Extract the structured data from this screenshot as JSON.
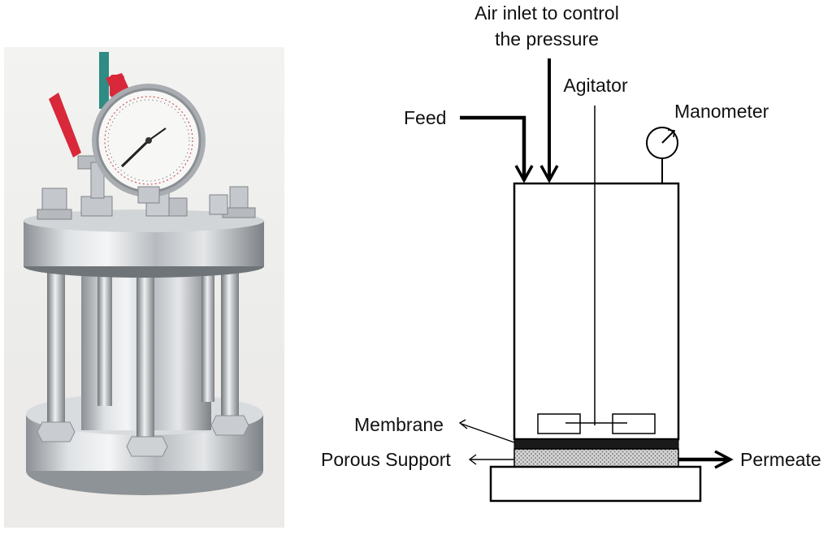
{
  "labels": {
    "air_inlet_line1": "Air inlet to control",
    "air_inlet_line2": "the pressure",
    "agitator": "Agitator",
    "feed": "Feed",
    "manometer": "Manometer",
    "membrane": "Membrane",
    "porous_support": "Porous Support",
    "permeate": "Permeate"
  },
  "colors": {
    "line": "#000000",
    "handle_red": "#d8283a",
    "handle_teal": "#2f8c84",
    "steel_light": "#e6e8ea",
    "steel_mid": "#b9bdc1",
    "steel_dark": "#7d8286",
    "support_pattern": "#9a9a9a"
  }
}
